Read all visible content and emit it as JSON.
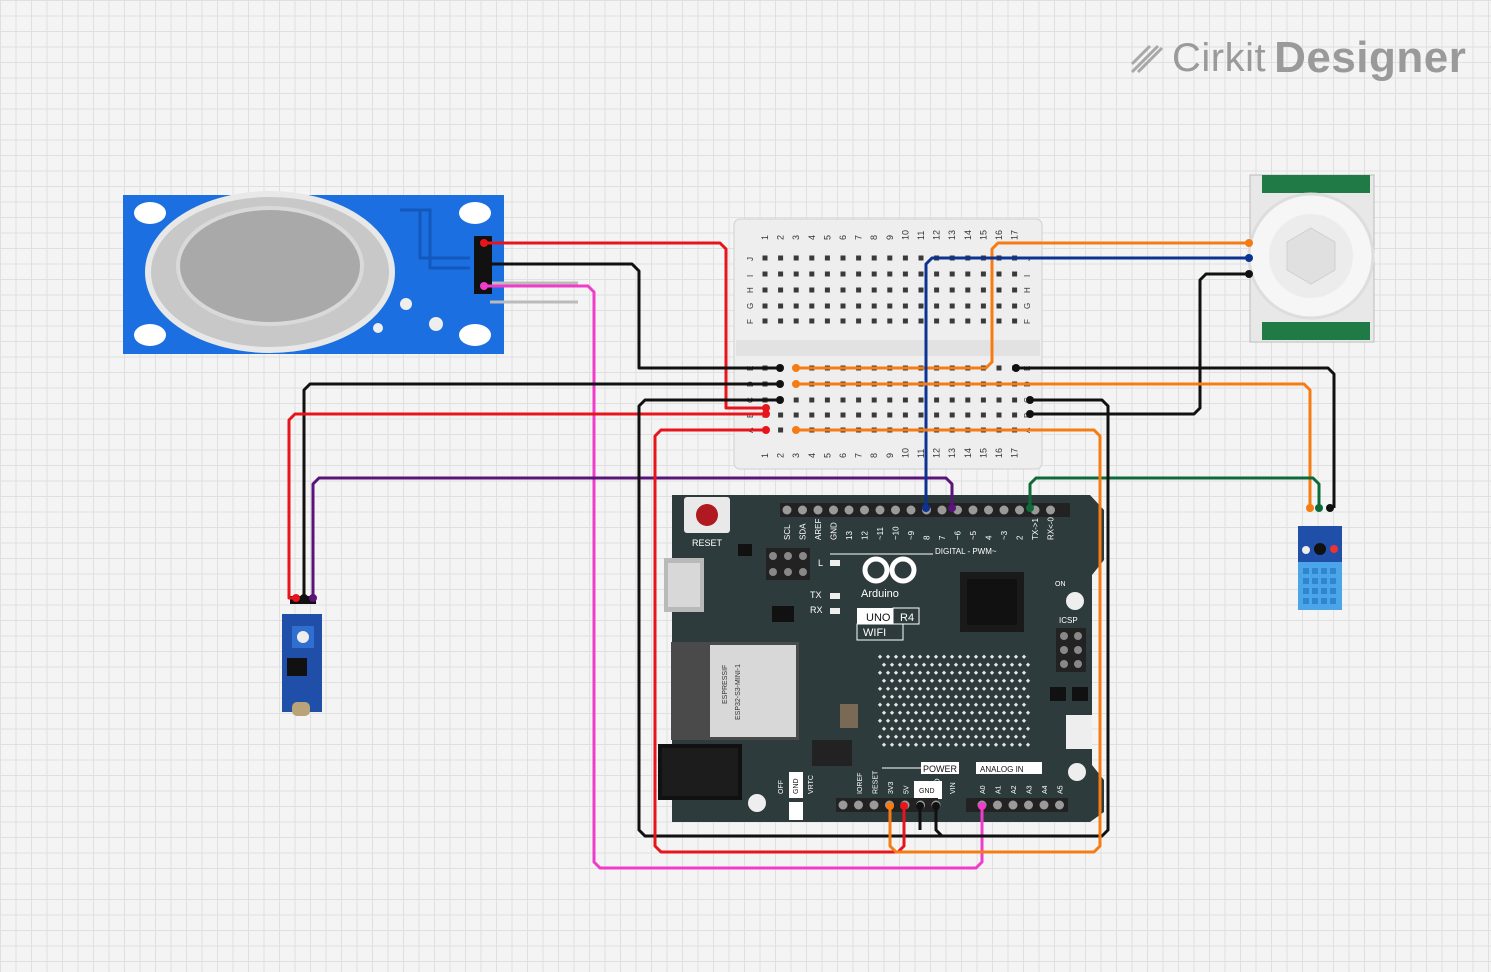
{
  "watermark": {
    "brand": "Cirkit",
    "product": "Designer"
  },
  "arduino": {
    "reset_label": "RESET",
    "logo_text": "Arduino",
    "model": "UNO",
    "rev": "R4",
    "variant": "WIFI",
    "module_vendor": "ESPRESSIF",
    "module_name": "ESP32-S3-MINI-1",
    "digital_header_label": "DIGITAL - PWM~",
    "power_label": "POWER",
    "analog_label": "ANALOG IN",
    "icsp_label": "ICSP",
    "on_label": "ON",
    "l_label": "L",
    "tx_label": "TX",
    "rx_label": "RX",
    "top_pins": [
      "SCL",
      "SDA",
      "AREF",
      "GND",
      "13",
      "12",
      "~11",
      "~10",
      "~9",
      "8",
      "7",
      "~6",
      "~5",
      "4",
      "~3",
      "2",
      "TX->1",
      "RX<-0"
    ],
    "power_pins": [
      "IOREF",
      "RESET",
      "3V3",
      "5V",
      "GND",
      "GND",
      "VIN"
    ],
    "analog_pins": [
      "A0",
      "A1",
      "A2",
      "A3",
      "A4",
      "A5"
    ],
    "left_pins": [
      "OFF",
      "GND",
      "VRTC"
    ]
  },
  "breadboard": {
    "columns": [
      "1",
      "2",
      "3",
      "4",
      "5",
      "6",
      "7",
      "8",
      "9",
      "10",
      "11",
      "12",
      "13",
      "14",
      "15",
      "16",
      "17"
    ],
    "rows_top": [
      "J",
      "I",
      "H",
      "G",
      "F"
    ],
    "rows_bottom": [
      "E",
      "D",
      "C",
      "B",
      "A"
    ]
  },
  "components": [
    "MQ gas sensor",
    "PIR motion sensor",
    "LDR light sensor module",
    "DHT11 sensor"
  ],
  "colors": {
    "red": "#e8141b",
    "black": "#111111",
    "orange": "#f57b12",
    "pink": "#f03ccb",
    "navy": "#0c3391",
    "purple": "#5a1378",
    "green": "#0f6a3a",
    "board": "#2e3b3c",
    "breadboard": "#eeeeee",
    "mq_pcb": "#1b6fe0",
    "dht": "#4aa6e8"
  }
}
